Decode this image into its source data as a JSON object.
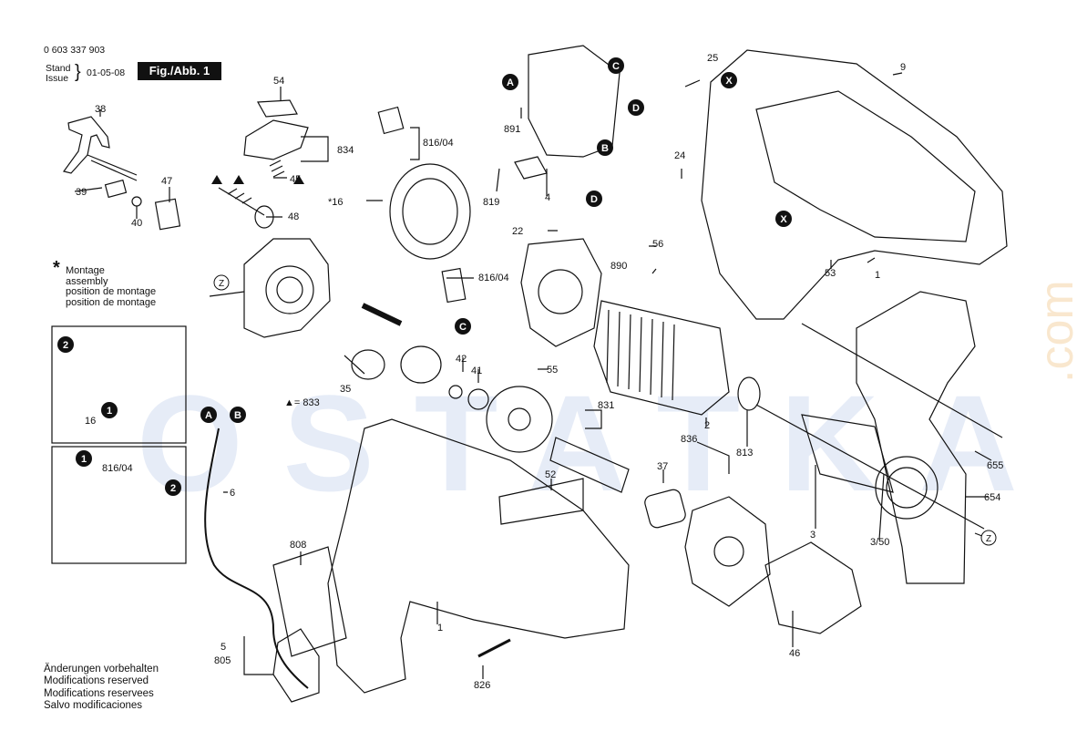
{
  "header": {
    "part_number": "0 603 337 903",
    "stand_label": "Stand",
    "issue_label": "Issue",
    "date": "01-05-08",
    "figure_label": "Fig./Abb. 1"
  },
  "assembly_note": {
    "star": "*",
    "lines": [
      "Montage",
      "assembly",
      "position de montage",
      "position de montage"
    ]
  },
  "footer_notes": [
    "Änderungen vorbehalten",
    "Modifications reserved",
    "Modifications reservees",
    "Salvo modificaciones"
  ],
  "watermark": {
    "text": "OSTATKA",
    "suffix": ".com"
  },
  "markers": {
    "A": "A",
    "B": "B",
    "C": "C",
    "D": "D",
    "X": "X",
    "Z": "Z",
    "one": "1",
    "two": "2"
  },
  "parts": {
    "p38": "38",
    "p39": "39",
    "p40": "40",
    "p47": "47",
    "p54": "54",
    "p834": "834",
    "p45": "45",
    "p48": "48",
    "p816_04_top": "816/04",
    "p16": "*16",
    "p816_04_mid": "816/04",
    "p891": "891",
    "p4": "4",
    "p819": "819",
    "p25": "25",
    "p9": "9",
    "p24": "24",
    "p22": "22",
    "p56": "56",
    "p890": "890",
    "p53": "53",
    "p1_housing": "1",
    "p42": "42",
    "p41": "41",
    "p55": "55",
    "p35": "35",
    "p833": "▲= 833",
    "p831": "831",
    "p2": "2",
    "p813": "813",
    "p836": "836",
    "p37": "37",
    "p52": "52",
    "p3": "3",
    "p3_50": "3/50",
    "p655": "655",
    "p654": "654",
    "p6": "6",
    "p808": "808",
    "p1_body": "1",
    "p5": "5",
    "p805": "805",
    "p826": "826",
    "p46": "46",
    "p16_inset": "16",
    "p816_04_inset": "816/04"
  }
}
